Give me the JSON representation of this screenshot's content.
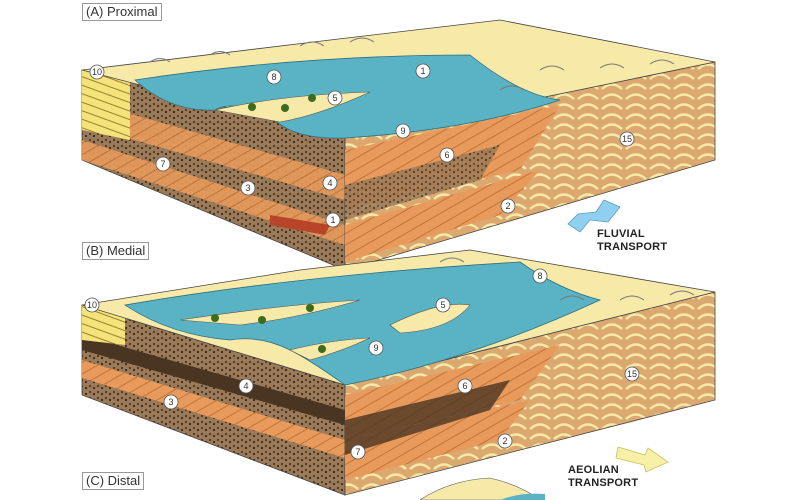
{
  "figure": {
    "panels": [
      {
        "id": "A",
        "label": "(A) Proximal"
      },
      {
        "id": "B",
        "label": "(B) Medial"
      },
      {
        "id": "C",
        "label": "(C) Distal"
      }
    ],
    "transport": {
      "fluvial": {
        "line1": "FLUVIAL",
        "line2": "TRANSPORT",
        "direction": "left",
        "color": "#8fd0f0"
      },
      "aeolian": {
        "line1": "AEOLIAN",
        "line2": "TRANSPORT",
        "direction": "right",
        "color": "#f7f0a6"
      }
    },
    "colors": {
      "water": "#5ab3c4",
      "sand": "#f7eaa9",
      "fluvial_orange": "#e89a5c",
      "brown_mud": "#8a6a48",
      "dark_mud": "#4a3422",
      "aeolian_tan": "#dba870",
      "vegetation": "#3f6b1f"
    },
    "markers": {
      "A": [
        "10",
        "8",
        "1",
        "5",
        "9",
        "7",
        "3",
        "4",
        "1",
        "6",
        "2",
        "15"
      ],
      "B": [
        "10",
        "8",
        "5",
        "9",
        "4",
        "3",
        "7",
        "6",
        "2",
        "15"
      ]
    }
  }
}
